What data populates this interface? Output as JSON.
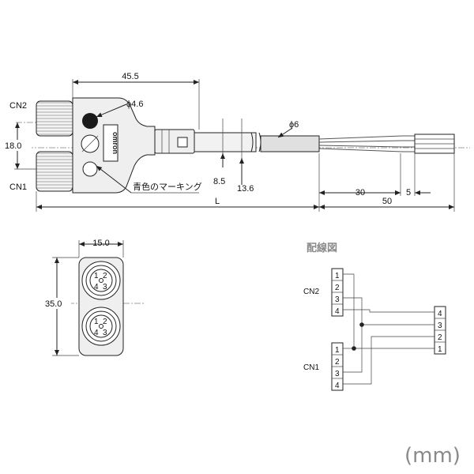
{
  "side_view": {
    "connector_top": "CN2",
    "connector_bottom": "CN1",
    "dim_length_head": "45.5",
    "dim_hole": "ϕ4.6",
    "dim_pitch": "18.0",
    "dim_nut_a": "8.5",
    "dim_nut_b": "13.6",
    "dim_cable": "ϕ6",
    "dim_length_total": "L",
    "dim_strip": "30",
    "dim_wire_end": "5",
    "dim_lead": "50",
    "marking_note": "青色のマーキング",
    "logo": "omron"
  },
  "front_view": {
    "dim_width": "15.0",
    "dim_height": "35.0",
    "pins_top": [
      "1",
      "2",
      "4",
      "3"
    ],
    "pins_bottom": [
      "1",
      "2",
      "4",
      "3"
    ]
  },
  "wiring": {
    "title": "配線図",
    "cn2_label": "CN2",
    "cn1_label": "CN1",
    "cn2_pins": [
      "1",
      "2",
      "3",
      "4"
    ],
    "cn1_pins": [
      "1",
      "2",
      "3",
      "4"
    ],
    "out_pins": [
      "4",
      "3",
      "2",
      "1"
    ]
  },
  "unit_label": "(mm)"
}
